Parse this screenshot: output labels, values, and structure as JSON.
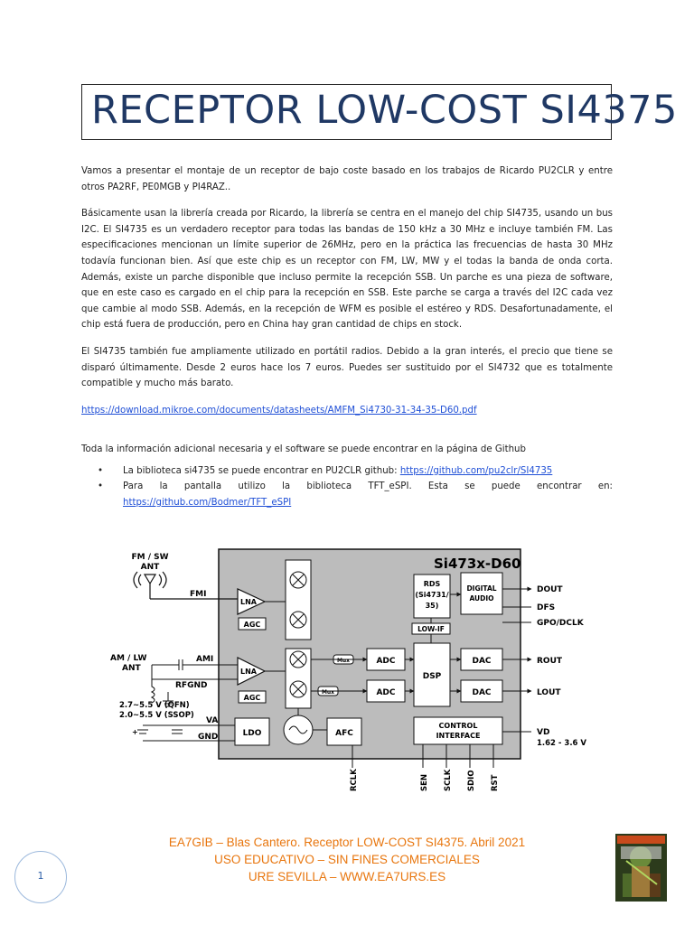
{
  "title": "RECEPTOR LOW-COST SI4375",
  "paragraphs": [
    "Vamos a presentar el montaje de un receptor de bajo coste basado en los trabajos de Ricardo PU2CLR y entre otros PA2RF, PE0MGB y PI4RAZ..",
    "Básicamente usan la librería creada por Ricardo, la librería se centra en el manejo del chip SI4735, usando un bus I2C. El SI4735 es un verdadero receptor para todas las bandas de 150 kHz a 30 MHz e incluye también FM. Las especificaciones mencionan un límite superior de 26MHz, pero en la práctica las frecuencias de hasta 30 MHz todavía funcionan bien. Así que este chip es un receptor con FM, LW, MW y el todas la banda de onda corta. Además, existe un parche disponible que incluso permite la recepción SSB. Un parche es una pieza de software, que en este caso es cargado en el chip para la recepción en SSB. Este parche se carga a través del I2C cada vez que cambie al modo SSB. Además, en la recepción de WFM es posible el estéreo y RDS. Desafortunadamente, el chip está fuera de producción, pero en China hay gran cantidad de chips en stock.",
    "El SI4735 también fue ampliamente utilizado en portátil radios. Debido a la gran interés, el precio que tiene se disparó últimamente. Desde 2 euros hace los 7 euros. Puedes ser sustituido por el SI4732 que es totalmente compatible y mucho más barato."
  ],
  "datasheet_link": "https://download.mikroe.com/documents/datasheets/AMFM_Si4730-31-34-35-D60.pdf",
  "github_intro": "Toda la información adicional necesaria y el software se puede encontrar en la página de Github",
  "bullets": [
    {
      "text": "La biblioteca si4735 se puede encontrar en PU2CLR github: ",
      "link": "https://github.com/pu2clr/SI4735"
    },
    {
      "text": "Para la pantalla utilizo la biblioteca TFT_eSPI. Esta se puede encontrar en: ",
      "link": "https://github.com/Bodmer/TFT_eSPI"
    }
  ],
  "diagram": {
    "chip_name": "Si473x-D60",
    "antenna_fm": "FM / SW",
    "antenna_fm_2": "ANT",
    "fmi": "FMI",
    "antenna_am": "AM / LW",
    "antenna_am_2": "ANT",
    "ami": "AMI",
    "rfgnd": "RFGND",
    "supply_qfn": "2.7~5.5 V (QFN)",
    "supply_ssop": "2.0~5.5 V (SSOP)",
    "va": "VA",
    "gnd": "GND",
    "lna": "LNA",
    "agc": "AGC",
    "mux": "Mux",
    "adc": "ADC",
    "dsp": "DSP",
    "dac": "DAC",
    "rds": "RDS",
    "rds_2": "(Si4731/",
    "rds_3": "35)",
    "low_if": "LOW-IF",
    "digital": "DIGITAL",
    "audio": "AUDIO",
    "ldo": "LDO",
    "afc": "AFC",
    "control": "CONTROL",
    "interface": "INTERFACE",
    "dout": "DOUT",
    "dfs": "DFS",
    "gpo": "GPO/DCLK",
    "rout": "ROUT",
    "lout": "LOUT",
    "vd": "VD",
    "vd_range": "1.62 - 3.6 V",
    "rclk": "RCLK",
    "sen": "SEN",
    "sclk": "SCLK",
    "sdio": "SDIO",
    "rst": "RST"
  },
  "footer": {
    "line1": "EA7GIB – Blas Cantero. Receptor LOW-COST SI4375. Abril 2021",
    "line2": "USO EDUCATIVO – SIN FINES COMERCIALES",
    "line3": "URE SEVILLA – WWW.EA7URS.ES"
  },
  "page_number": "1"
}
